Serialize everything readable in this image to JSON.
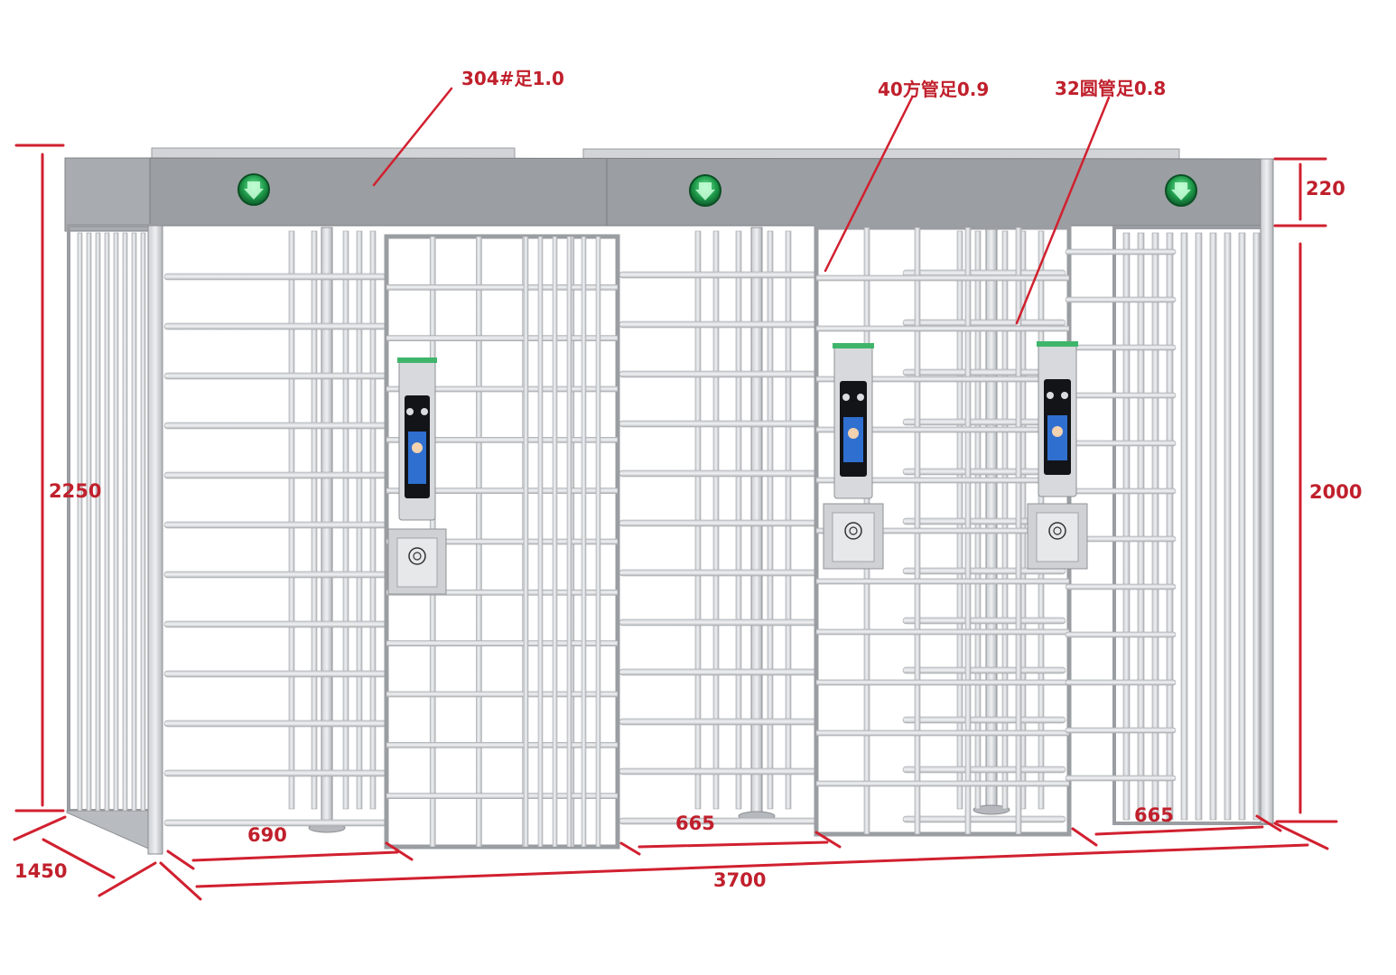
{
  "callouts": {
    "roof_material": "304#足1.0",
    "square_tube": "40方管足0.9",
    "round_tube": "32圆管足0.8"
  },
  "dimensions": {
    "total_height": "2250",
    "roof_height": "220",
    "passage_height": "2000",
    "depth": "1450",
    "total_width": "3700",
    "lane_left": "690",
    "lane_middle": "665",
    "lane_right": "665"
  },
  "colors": {
    "dimension_red": "#d1202f",
    "frame_steel": "#a6a9ad",
    "roof_steel": "#8f9296",
    "indicator_green": "#1e9a4a"
  },
  "icons": {
    "lane_indicator": "green-arrow-down-icon",
    "card_reader": "rfid-icon",
    "face_terminal": "face-recognition-screen"
  }
}
